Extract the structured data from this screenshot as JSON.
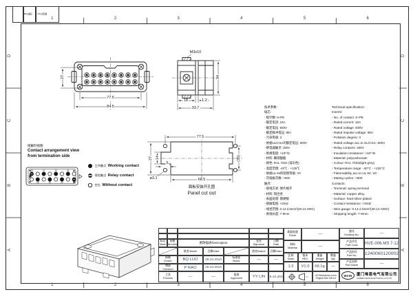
{
  "sheet": {
    "zones_h": [
      "1",
      "2",
      "3",
      "4",
      "5",
      "6"
    ],
    "zones_v": [
      "D",
      "C",
      "B",
      "A"
    ],
    "corner_block": {
      "c1": "日期/Date",
      "c2": "更改/Des."
    }
  },
  "views": {
    "front_view": {
      "dim_width_screws": "77.5",
      "dim_width_overall": "84.5",
      "dim_height": "27"
    },
    "side_view": {
      "screw_label": "M3x10",
      "dim_left": "18",
      "dim_step": "1.2",
      "dim_width": "33.7",
      "dim_height": "34"
    },
    "arrangement_view": {
      "title_cn": "接触针视图",
      "title_en_line1": "Contact arrangement view",
      "title_en_line2": "from termination side",
      "top_numbers": [
        "25",
        "27",
        "29",
        "31"
      ],
      "bottom_numbers": [
        "18",
        "20",
        "22",
        "24"
      ],
      "rows": [
        [
          "relay",
          "empty",
          "work",
          "empty",
          "work",
          "empty",
          "work",
          "empty"
        ],
        [
          "empty",
          "work",
          "empty",
          "work",
          "empty",
          "work",
          "empty",
          "relay"
        ]
      ],
      "legend": [
        {
          "type": "working",
          "cn": "工作触点",
          "en": "Working contact"
        },
        {
          "type": "relay",
          "cn": "保险触点",
          "en": "Relay contact"
        },
        {
          "type": "without",
          "cn": "空位",
          "en": "Without contact"
        }
      ]
    },
    "panel_cutout": {
      "dim_hole_span": "77.5",
      "dim_width": "68.5",
      "dim_height": "27",
      "dim_notch_height": "14",
      "dim_notch_depth": "5",
      "dim_hole": "ø3.1",
      "dim_hole_vspan": "(35)",
      "caption_cn": "面板安装开孔图",
      "caption_en": "Panel cut out"
    }
  },
  "specs": {
    "cn": [
      "技术参数:",
      "插芯:",
      "- 极针数: 6+PE",
      "- 额定电流: 16A",
      "- 额定电压: 830V",
      "- 额定脉冲电压: 8kV",
      "- 污染等级: 3",
      "- 依据UL/CSA的额定电压: 600V",
      "- 继电器触点: 250V",
      "- 绝缘电阻: >10¹⁰Ω",
      "- 材料: 聚碳酸酯",
      "- 颜色: RAL 7032 (浅灰色)",
      "- 温度范围: -40℃ - +125℃",
      "- 依据UL 94的阻燃等级: V0",
      "- 可插拔次数: >500",
      "触点:",
      "- 接线方式: 弹片端子",
      "- 材料: 铜合金",
      "- 表面处理: 镀硬银",
      "- 接触电阻: <3mΩ",
      "- 线径范围: 0.14-2.5mm²(26-14 AWG)",
      "- 剥线长度: 7-9mm"
    ],
    "en": [
      "Technical specification:",
      "Inserts:",
      "- No. of contact: 6+PE",
      "- Rated current: 16A",
      "- Rated voltage: 830V",
      "- Rated impulse voltage: 8kV",
      "- Pollution degree: 3",
      "- Rated voltage acc.to UL/CSA: 600V",
      "- Relay contacts: 250V",
      "- Insulation resistance: >10¹⁰Ω",
      "- Material: polycarbonate",
      "- Colour: RAL 7032(light grey)",
      "- Temperature range: -40°C - +125°C",
      "- Flammability acc.to UL 94: V0",
      "- Mating cycles: >500",
      "Contacts:",
      "- Terminal: spring terminal",
      "- Material: copper alloy",
      "- Surface: hard-silver plated",
      "- Contact resistance: <3mΩ",
      "- Wire gauge: 0.14-2.5mm²(26-14 AWG)",
      "- Stripping length: 7-9mm"
    ]
  },
  "titleblock": {
    "labels": {
      "mark": "标记\nMark",
      "number": "处数\nNumber",
      "desc": "更改描述/Description",
      "sig": "签名\nSignature",
      "date": "日期\nDate",
      "name_hdr": "姓名/Name",
      "date_hdr": "日期/Date",
      "drawn": "拟制\nDrawn",
      "checked": "审核\nChecked",
      "process": "工艺\nProcess",
      "stand": "标准化\nStand.",
      "approved": "批准\nApproved",
      "finish": "表面处理\nFinish",
      "material": "材料\nMaterial",
      "scale": "比例\nScale",
      "rev": "版本\nREV.",
      "weight": "重量\nWeight",
      "qty": "数量\nQty.",
      "drawing_no": "图号\nDrawing No.",
      "part_code": "产品代号\nPart Code",
      "part_no": "产品料号\nPart No.",
      "part_name": "产品名称\nPart Name"
    },
    "values": {
      "drawn_name": "BQ LUO",
      "drawn_date": "18.10.2010",
      "checked_name": "P RAO",
      "checked_date": "18.10.2010",
      "process_name": "—",
      "process_date": "—",
      "stand_name": "—",
      "stand_date": "—",
      "approved_name": "YY LIN",
      "approved_date": "18.10.2010",
      "finish": "—",
      "material": "—",
      "scale": "1:2",
      "rev": "V1.0",
      "weight": "68.1g",
      "qty": "—",
      "drawing_no": "—",
      "part_code": "HVE-006-MS 7-12",
      "part_no": "1240060120002",
      "part_name": "—"
    },
    "note": "All Dimensions in mm\nOriginal Size DIN A 4",
    "company": {
      "logo": "WAIN",
      "name_cn": "厦门唯恩电气有限公司",
      "name_en": "XIAMEN WAIN ELECTRICAL CO.LTD"
    }
  }
}
